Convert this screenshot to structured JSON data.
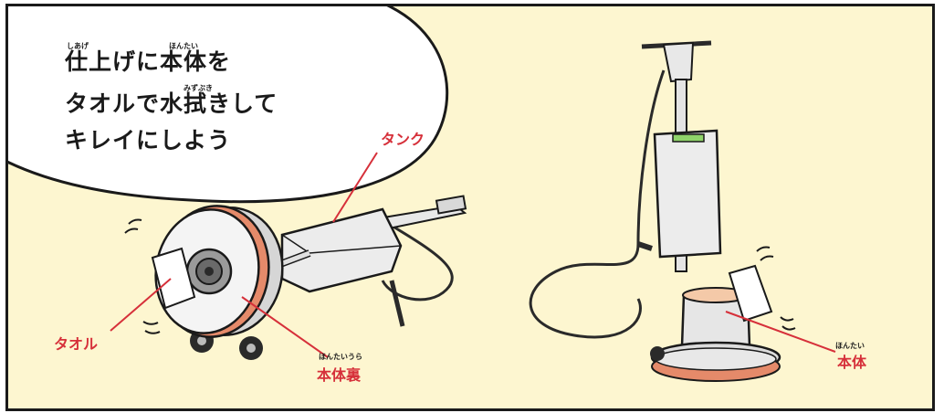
{
  "speech_bubble": {
    "lines": [
      "仕上げに本体を",
      "タオルで水拭きして",
      "キレイにしよう"
    ],
    "ruby_shiage": "しあげ",
    "ruby_hontai": "ほんたい",
    "ruby_mizubuki": "みずぶき"
  },
  "labels": {
    "tank": "タンク",
    "towel": "タオル",
    "body_back": "本体裏",
    "body_back_ruby": "ほんたいうら",
    "body": "本体",
    "body_ruby": "ほんたい"
  },
  "colors": {
    "background": "#fdf6d0",
    "label_red": "#d6303a",
    "accent_orange": "#e58a6a"
  }
}
